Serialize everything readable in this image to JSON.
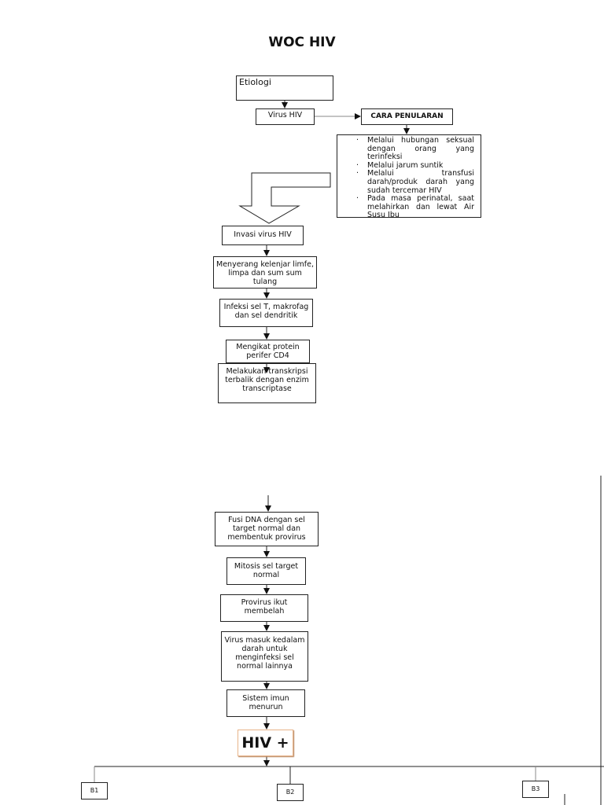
{
  "title": "WOC HIV",
  "etiologi": "Etiologi",
  "virus": "Virus HIV",
  "cara": "CARA PENULARAN",
  "bullets": [
    "Melalui hubungan seksual dengan orang yang terinfeksi",
    "Melalui jarum suntik",
    "Melalui transfusi darah/produk darah yang sudah tercemar HIV",
    "Pada masa perinatal, saat melahirkan dan lewat Air Susu Ibu"
  ],
  "steps": [
    "Invasi virus HIV",
    "Menyerang kelenjar limfe, limpa dan sum sum tulang",
    "Infeksi sel T, makrofag dan sel dendritik",
    "Mengikat protein perifer CD4",
    "Melakukan transkripsi terbalik dengan enzim transcriptase",
    "Fusi DNA dengan sel target normal dan membentuk provirus",
    "Mitosis sel target normal",
    "Provirus ikut membelah",
    "Virus masuk kedalam darah untuk menginfeksi sel normal lainnya",
    "Sistem imun menurun"
  ],
  "hiv_plus": "HIV +",
  "branches": [
    "B1",
    "B2",
    "B3"
  ]
}
